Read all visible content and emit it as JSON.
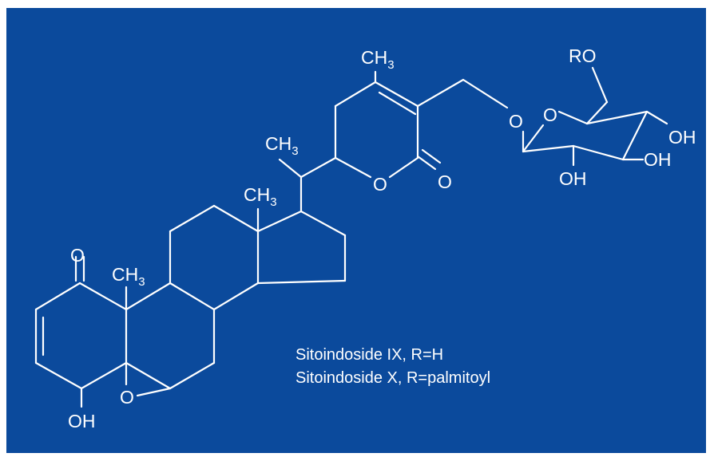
{
  "colors": {
    "background": "#0b4a9c",
    "foreground": "#ffffff",
    "page": "#ffffff"
  },
  "atoms": {
    "o_ketone": "O",
    "ch3_c10": {
      "main": "CH",
      "sub": "3"
    },
    "oh_bottom": "OH",
    "o_epoxide": "O",
    "ch3_c13": {
      "main": "CH",
      "sub": "3"
    },
    "ch3_c21": {
      "main": "CH",
      "sub": "3"
    },
    "o_lactone_ring": "O",
    "o_lactone_carbonyl": "O",
    "ch3_lactone": {
      "main": "CH",
      "sub": "3"
    },
    "o_glycosidic": "O",
    "o_sugar_ring": "O",
    "ro_label": "RO",
    "oh_sugar_1": "OH",
    "oh_sugar_2": "OH",
    "oh_sugar_3": "OH"
  },
  "caption": {
    "line1": "Sitoindoside IX, R=H",
    "line2": "Sitoindoside X, R=palmitoyl"
  }
}
